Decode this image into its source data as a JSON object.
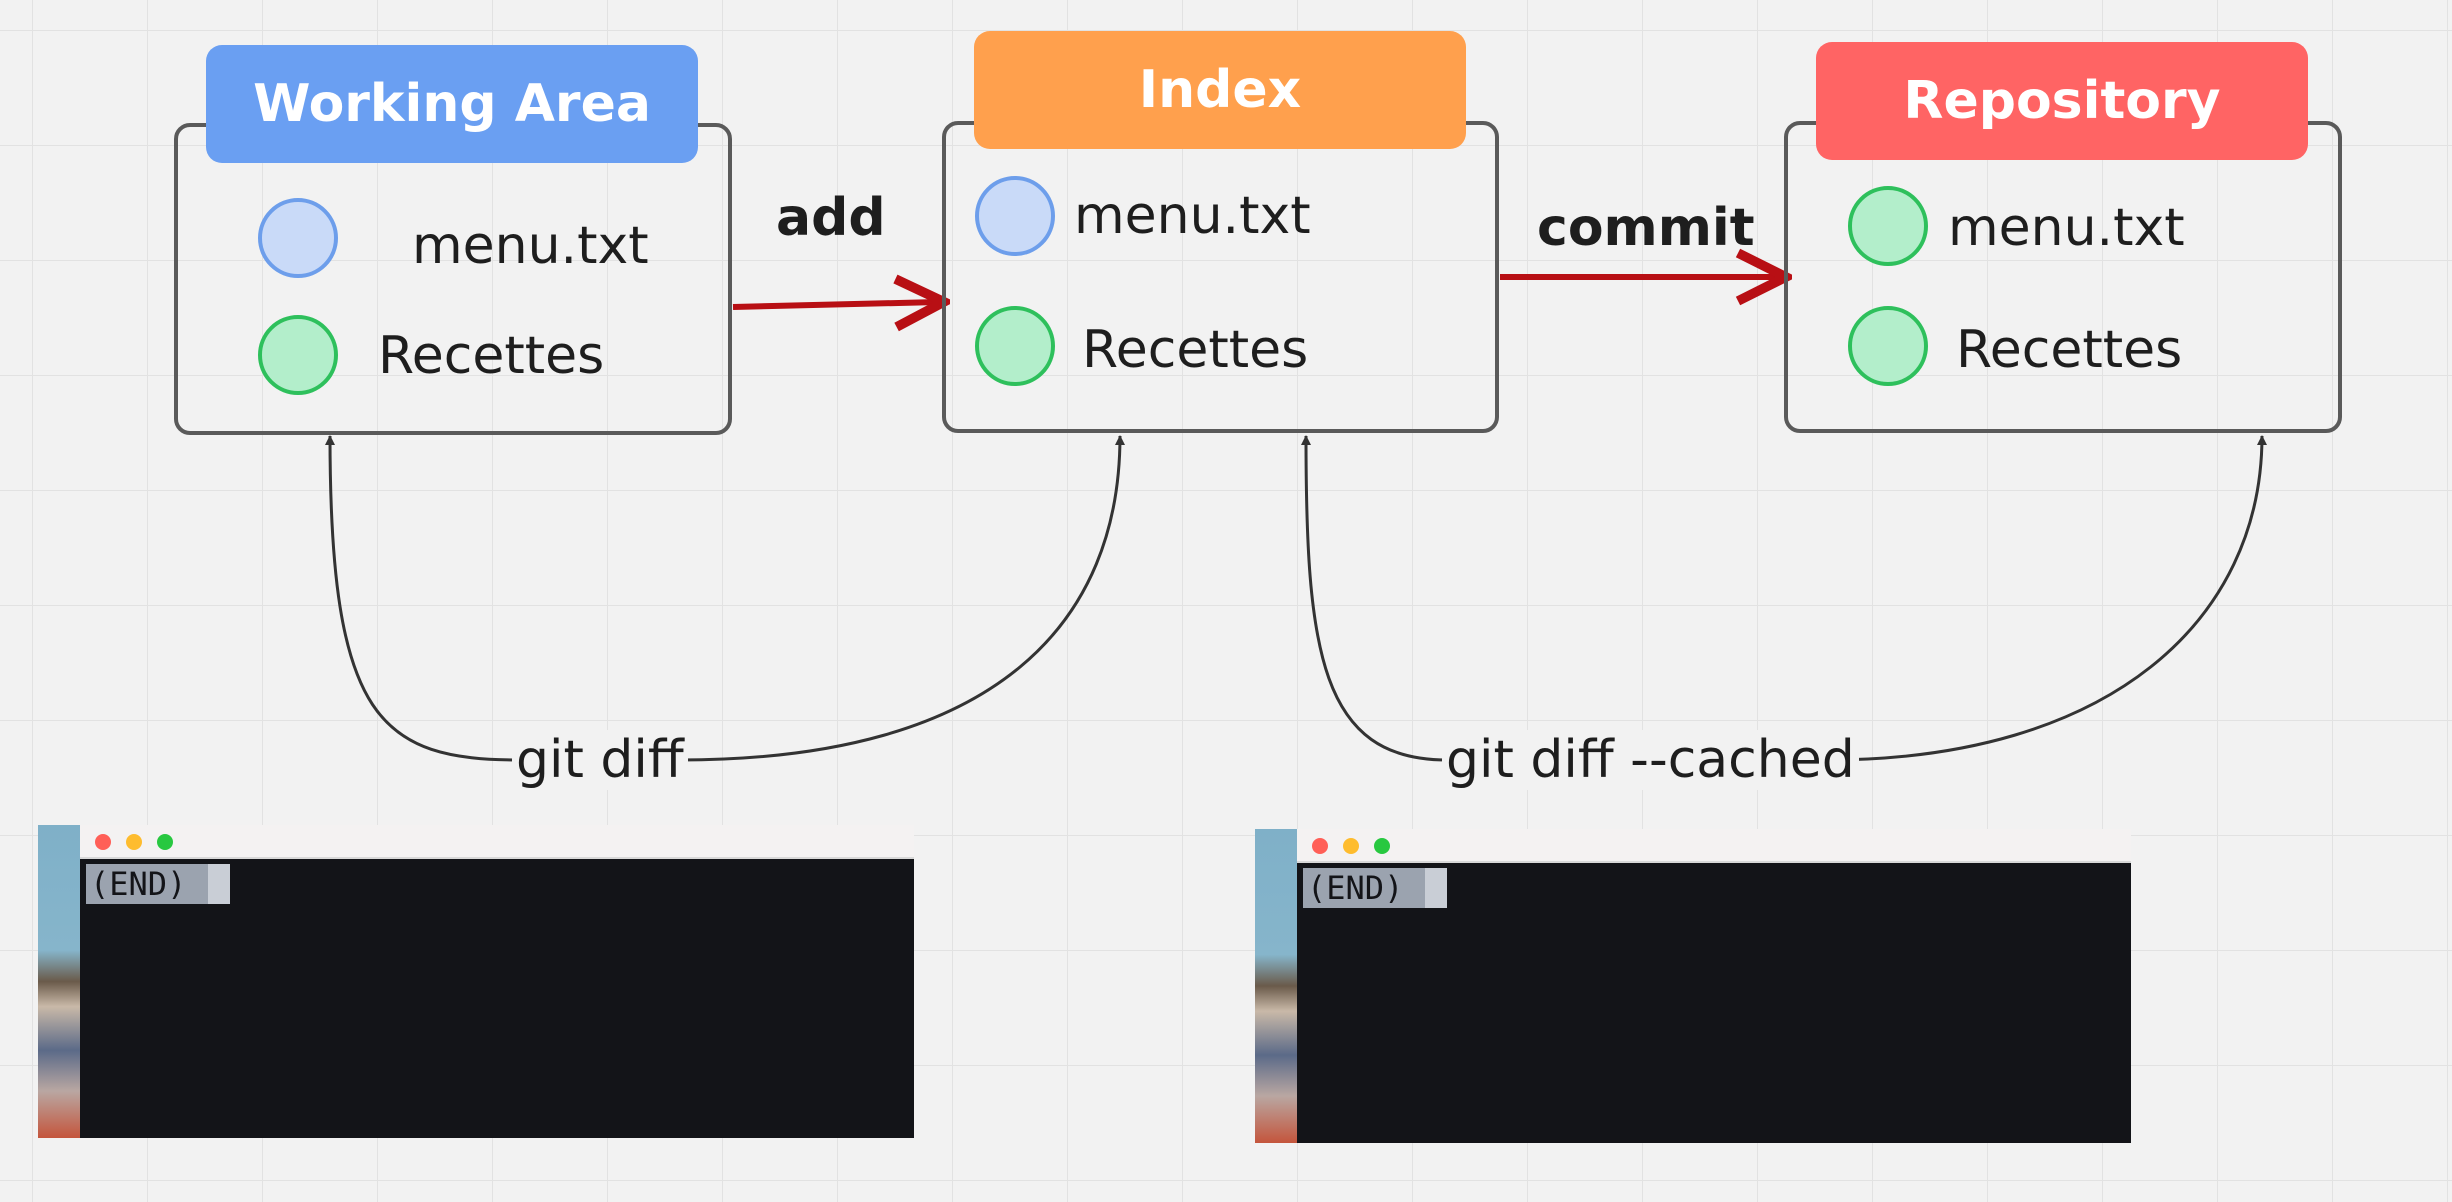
{
  "stages": [
    {
      "title": "Working Area",
      "color": "#6a9ff2",
      "items": [
        {
          "label": "menu.txt",
          "state": "modified"
        },
        {
          "label": "Recettes",
          "state": "unchanged"
        }
      ]
    },
    {
      "title": "Index",
      "color": "#ffa04d",
      "items": [
        {
          "label": "menu.txt",
          "state": "modified"
        },
        {
          "label": "Recettes",
          "state": "unchanged"
        }
      ]
    },
    {
      "title": "Repository",
      "color": "#ff6464",
      "items": [
        {
          "label": "menu.txt",
          "state": "unchanged"
        },
        {
          "label": "Recettes",
          "state": "unchanged"
        }
      ]
    }
  ],
  "arrows": [
    {
      "label": "add"
    },
    {
      "label": "commit"
    }
  ],
  "arrow_color": "#b80f14",
  "commands": [
    {
      "label": "git diff"
    },
    {
      "label": "git diff --cached"
    }
  ],
  "terminals": [
    {
      "output": "(END)"
    },
    {
      "output": "(END)"
    }
  ]
}
